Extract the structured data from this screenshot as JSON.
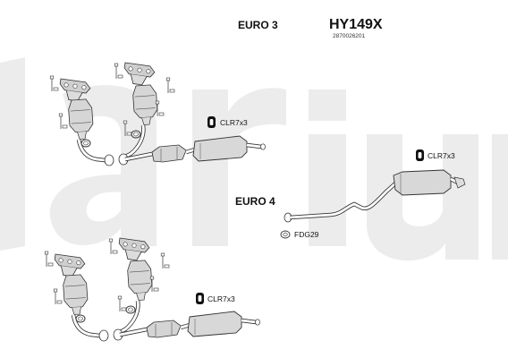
{
  "header": {
    "euro3_label": "EURO 3",
    "model_code": "HY149X",
    "ref_number": "2870026201"
  },
  "euro4_label": "EURO 4",
  "parts": {
    "clr_top": "CLR7x3",
    "clr_right": "CLR7x3",
    "clr_bottom": "CLR7x3",
    "fdg": "FDG29"
  },
  "watermark": "Klarius",
  "colors": {
    "watermark": "#ededed",
    "stroke": "#3a3a3a",
    "part_fill": "#d9d9d9",
    "clamp_fill": "#111111"
  }
}
